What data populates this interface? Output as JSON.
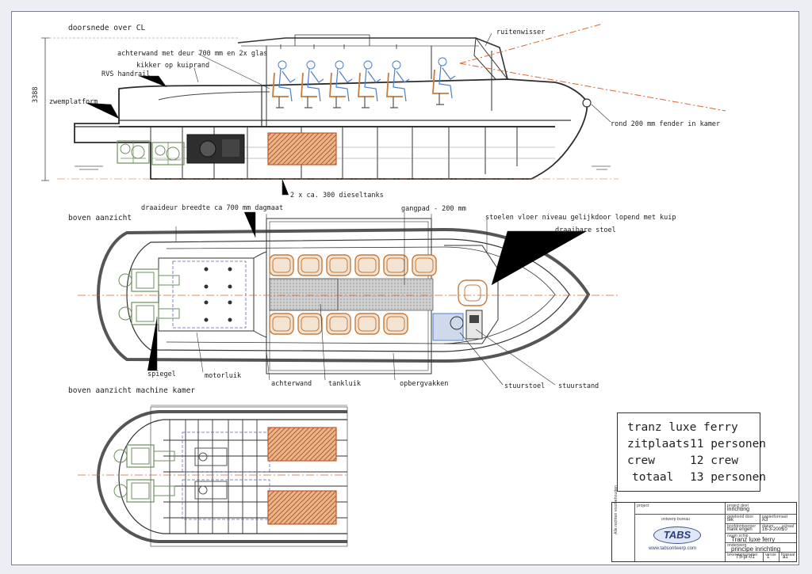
{
  "views": {
    "section": {
      "title": "doorsnede over CL"
    },
    "top": {
      "title": "boven aanzicht"
    },
    "engine_room": {
      "title": "boven aanzicht machine kamer"
    }
  },
  "dimension": {
    "height": "3388"
  },
  "labels": {
    "ruitenwisser": "ruitenwisser",
    "achterwand_deur": "achterwand met deur 700 mm en 2x glas",
    "kikker": "kikker op kuiprand",
    "rvs": "RVS handrail",
    "zwemplatform": "zwemplatform",
    "fender": "rond 200 mm fender in kamer",
    "dieseltanks": "2 x ca. 300 dieseltanks",
    "draaideur": "draaideur breedte ca 700 mm dagmaat",
    "gangpad": "gangpad - 200 mm",
    "stoelen_vloer": "stoelen vloer niveau gelijkdoor lopend met kuip",
    "draaibare_stoel": "draaibare stoel",
    "spiegel": "spiegel",
    "motorluik": "motorluik",
    "achterwand": "achterwand",
    "tankluik": "tankluik",
    "opbergvakken": "opbergvakken",
    "stuurstoel": "stuurstoel",
    "stuurstand": "stuurstand"
  },
  "info": {
    "name": "tranz luxe ferry",
    "rows": [
      {
        "k": "zitplaats",
        "v": "11 personen"
      },
      {
        "k": "crew",
        "v": "12 crew"
      },
      {
        "k": "totaal",
        "v": "13 personen"
      }
    ]
  },
  "title_block": {
    "project_label": "project",
    "project_part_label": "project deel",
    "project_part": "inrichting",
    "bureau_label": "ontwerp bureau",
    "logo": "TABS",
    "website": "www.tabsontwerp.com",
    "drawn_label": "getekend door",
    "drawn": "tek",
    "size_label": "papierformaat",
    "size": "A3",
    "designer_label": "hoofdontwerper",
    "designer": "frank engen",
    "date_label": "datum",
    "date": "16-3-2005",
    "scale_label": "schaal",
    "scale": "10",
    "ship_label": "naam schip",
    "ship": "Tranz luxe ferry",
    "subject_label": "onderwerp",
    "subject": "principe inrichting",
    "drawing_no_label": "tekeningnummer",
    "drawing_no": "TS-pr-01",
    "revision_label": "versie",
    "revision": "1",
    "sheet_label": "formaat",
    "sheet": "a1",
    "copyright": "Alle rechten voorbehouden"
  },
  "colors": {
    "hull": "#3a3a3a",
    "seat": "#c87a3c",
    "tank": "#c4562a",
    "centerline": "#d9652d",
    "figure": "#4a7fd0",
    "engine": "#6b8f5a",
    "frame": "#1c1e2e"
  }
}
